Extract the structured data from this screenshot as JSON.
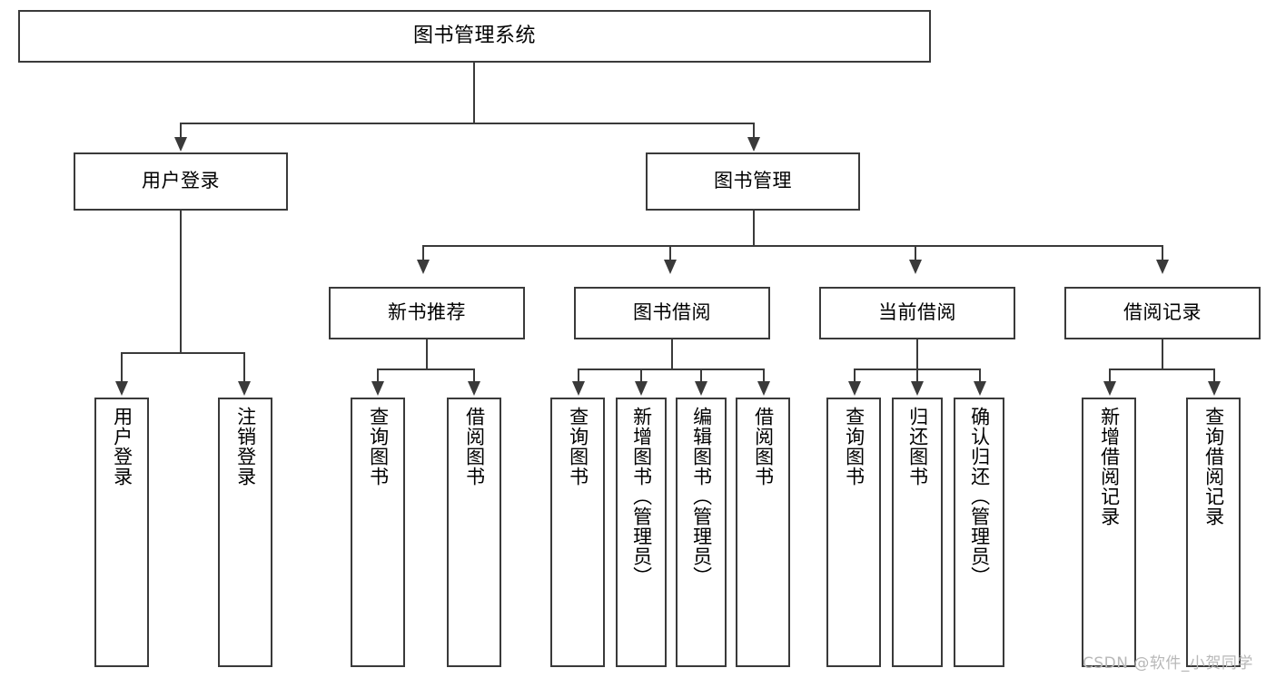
{
  "diagram": {
    "type": "tree-hierarchy-chart",
    "title": "图书管理系统",
    "watermark": "CSDN @软件_小贺同学",
    "levels": 4,
    "root": {
      "id": "root",
      "label": "图书管理系统"
    },
    "level2": [
      {
        "id": "user-login",
        "label": "用户登录"
      },
      {
        "id": "book-management",
        "label": "图书管理"
      }
    ],
    "level3": [
      {
        "id": "new-book-recommend",
        "label": "新书推荐",
        "parent": "book-management"
      },
      {
        "id": "book-borrow",
        "label": "图书借阅",
        "parent": "book-management"
      },
      {
        "id": "current-borrow",
        "label": "当前借阅",
        "parent": "book-management"
      },
      {
        "id": "borrow-record",
        "label": "借阅记录",
        "parent": "book-management"
      }
    ],
    "leaves": {
      "user_login": [
        {
          "id": "leaf-user-login",
          "label": "用户登录"
        },
        {
          "id": "leaf-logout",
          "label": "注销登录"
        }
      ],
      "new_book_recommend": [
        {
          "id": "leaf-query-book-1",
          "label": "查询图书"
        },
        {
          "id": "leaf-borrow-book-1",
          "label": "借阅图书"
        }
      ],
      "book_borrow": [
        {
          "id": "leaf-query-book-2",
          "label": "查询图书"
        },
        {
          "id": "leaf-add-book",
          "label": "新增图书（管理员）"
        },
        {
          "id": "leaf-edit-book",
          "label": "编辑图书（管理员）"
        },
        {
          "id": "leaf-borrow-book-2",
          "label": "借阅图书"
        }
      ],
      "current_borrow": [
        {
          "id": "leaf-query-book-3",
          "label": "查询图书"
        },
        {
          "id": "leaf-return-book",
          "label": "归还图书"
        },
        {
          "id": "leaf-confirm-return",
          "label": "确认归还（管理员）"
        }
      ],
      "borrow_record": [
        {
          "id": "leaf-add-record",
          "label": "新增借阅记录"
        },
        {
          "id": "leaf-query-record",
          "label": "查询借阅记录"
        }
      ]
    },
    "colors": {
      "stroke": "#3a3a3a",
      "fill": "#ffffff",
      "text": "#000000",
      "watermark": "#b8b8b8"
    }
  }
}
